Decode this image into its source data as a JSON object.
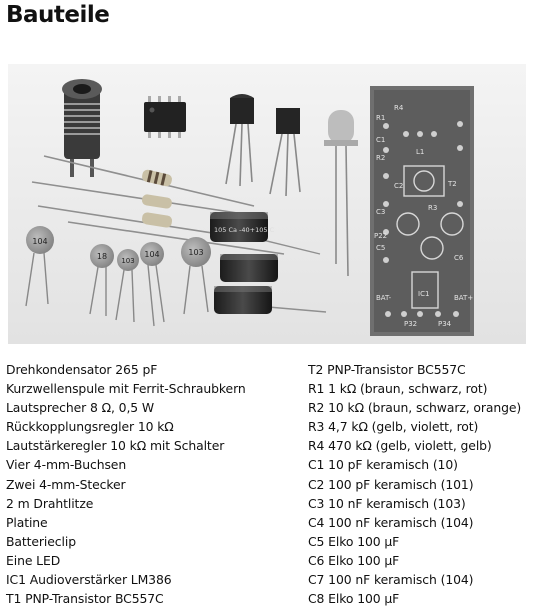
{
  "title": "Bauteile",
  "photo": {
    "capacitor_labels": [
      "104",
      "18",
      "103",
      "104",
      "103"
    ],
    "electrolytic_text": "105 Ca -40+105 C",
    "pcb_labels": {
      "r1": "R1",
      "r2": "R2",
      "r3": "R3",
      "r4": "R4",
      "c1": "C1",
      "c2": "C2",
      "c3": "C3",
      "c5": "C5",
      "l1": "L1",
      "p22": "P22",
      "ic1": "IC1",
      "t2": "T2",
      "bat_minus": "BAT-",
      "bat_plus": "BAT+",
      "p32": "P32",
      "p34": "P34",
      "c6": "C6"
    }
  },
  "parts_left": [
    "Drehkondensator 265 pF",
    "Kurzwellenspule mit Ferrit-Schraubkern",
    "Lautsprecher 8 Ω, 0,5 W",
    "Rückkopplungsregler 10 kΩ",
    "Lautstärkeregler 10 kΩ mit Schalter",
    "Vier 4-mm-Buchsen",
    "Zwei 4-mm-Stecker",
    "2 m Drahtlitze",
    "Platine",
    "Batterieclip",
    "Eine LED",
    "IC1 Audioverstärker LM386",
    "T1 PNP-Transistor BC557C"
  ],
  "parts_right": [
    "T2 PNP-Transistor BC557C",
    "R1 1 kΩ (braun, schwarz, rot)",
    "R2 10 kΩ (braun, schwarz, orange)",
    "R3 4,7 kΩ (gelb, violett, rot)",
    "R4 470 kΩ (gelb, violett, gelb)",
    "C1 10 pF keramisch (10)",
    "C2 100 pF keramisch (101)",
    "C3 10 nF keramisch (103)",
    "C4 100 nF keramisch (104)",
    "C5 Elko 100 µF",
    "C6 Elko 100 µF",
    "C7 100 nF keramisch (104)",
    "C8 Elko 100 µF"
  ]
}
